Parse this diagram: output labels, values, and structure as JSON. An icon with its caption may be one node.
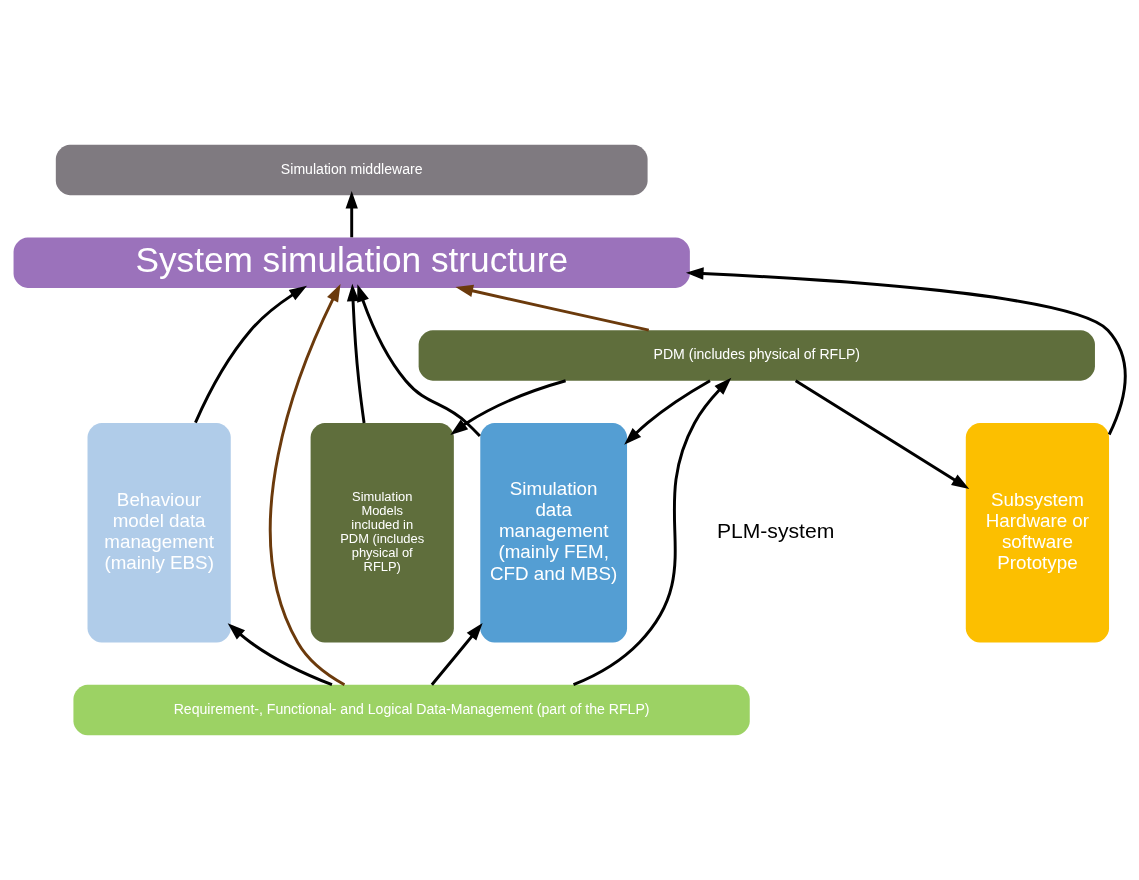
{
  "diagram": {
    "nodes": [
      {
        "text": [
          "Simulation middleware"
        ]
      },
      {
        "text": [
          "System simulation structure"
        ]
      },
      {
        "text": [
          "Behaviour model data management (mainly EBS)"
        ]
      },
      {
        "text": [
          "Simulation data management (mainly FEM, CFD and MBS)"
        ]
      },
      {
        "text": [
          "Simulation Models included in PDM (includes physical of RFLP)"
        ]
      },
      {
        "text": [
          "Subsystem Hardware or software Prototype"
        ]
      },
      {
        "text": [
          "PDM (includes physical of RFLP)"
        ]
      },
      {
        "text": [
          "Requirement-, Functional- and Logical Data-Management (part of the RFLP)"
        ]
      }
    ],
    "edges": [
      {
        "from": 1,
        "to": 0,
        "arrow": "to"
      },
      {
        "from": 2,
        "to": 1,
        "arrow": "to"
      },
      {
        "from": 3,
        "to": 1,
        "arrow": "to"
      },
      {
        "from": 4,
        "to": 1,
        "arrow": "to"
      },
      {
        "from": 5,
        "to": 1,
        "arrow": "to"
      },
      {
        "from": 7,
        "to": 2,
        "arrow": "to"
      },
      {
        "from": 7,
        "to": 1,
        "arrow": "to",
        "color": "#6b3a0c"
      },
      {
        "from": 7,
        "to": 3,
        "arrow": "to"
      },
      {
        "from": 6,
        "to": 3,
        "arrow": "to"
      },
      {
        "from": 6,
        "to": 4,
        "arrow": "to"
      },
      {
        "from": 6,
        "to": 1,
        "arrow": "to",
        "color": "#6b3a0c"
      },
      {
        "from": 6,
        "to": 5,
        "arrow": "to"
      },
      {
        "from": 7,
        "to": 6,
        "arrow": "to"
      }
    ],
    "labels": [
      "PLM-system"
    ]
  }
}
